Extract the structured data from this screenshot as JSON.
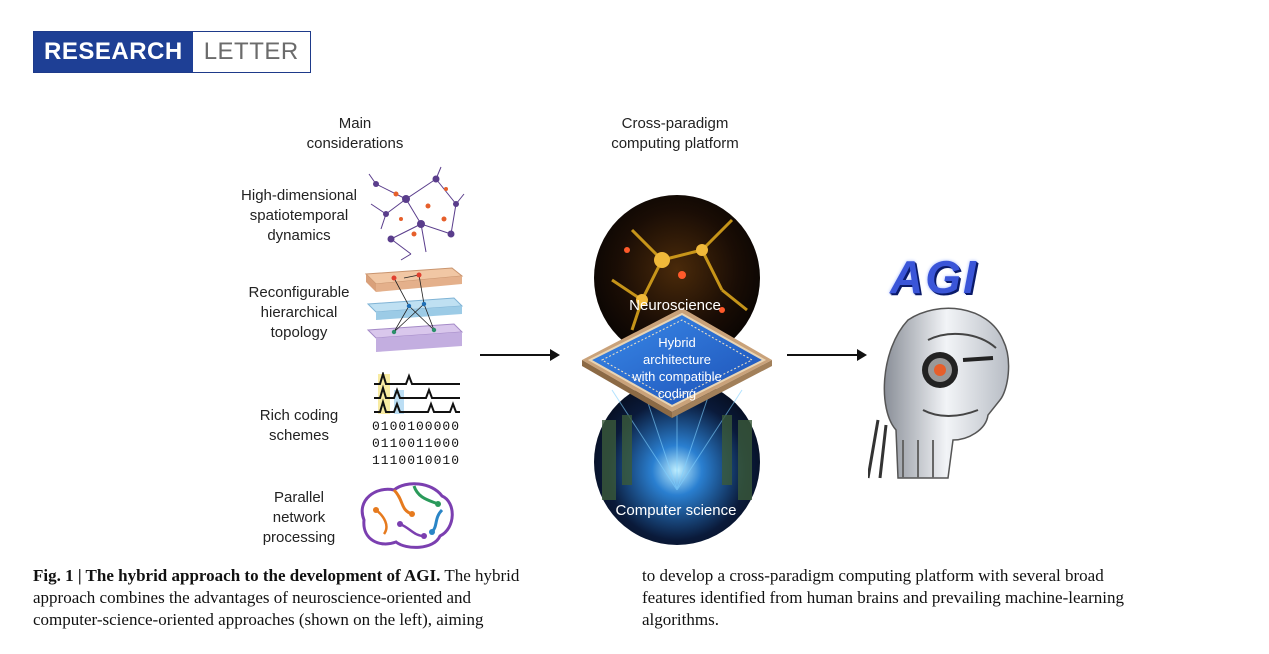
{
  "badge": {
    "part1": "RESEARCH",
    "part2": "LETTER"
  },
  "figure": {
    "left_header": [
      "Main",
      "considerations"
    ],
    "center_header": [
      "Cross-paradigm",
      "computing platform"
    ],
    "considerations": [
      [
        "High-dimensional",
        "spatiotemporal",
        "dynamics"
      ],
      [
        "Reconfigurable",
        "hierarchical",
        "topology"
      ],
      [
        "Rich coding",
        "schemes"
      ],
      [
        "Parallel",
        "network",
        "processing"
      ]
    ],
    "coding_rows": [
      "0100100000",
      "0110011000",
      "1110010010"
    ],
    "platform": {
      "top_label": "Neuroscience",
      "chip_lines": [
        "Hybrid",
        "architecture",
        "with compatible",
        "coding"
      ],
      "bottom_label": "Computer science"
    },
    "agi_title": "AGI"
  },
  "caption": {
    "bold_part": "Fig. 1 | The hybrid approach to the development of AGI.",
    "col1_first": " The hybrid",
    "col1_rest": [
      "approach combines the advantages of neuroscience-oriented and",
      "computer-science-oriented approaches (shown on the left), aiming"
    ],
    "col2": [
      "to develop a cross-paradigm computing platform with several broad",
      "features identified from human brains and prevailing machine-learning",
      "algorithms."
    ]
  },
  "colors": {
    "badge_blue": "#1e3f95",
    "chip_blue": "#2b6fd6",
    "neuron_gold": "#d8a31c"
  }
}
